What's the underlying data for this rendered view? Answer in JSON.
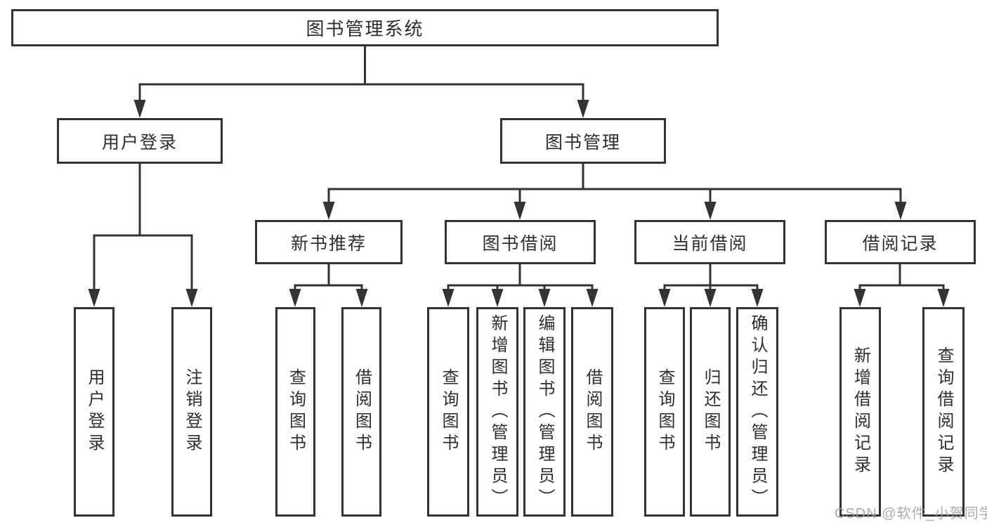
{
  "diagram_type": "hierarchy-tree",
  "tree": {
    "label": "图书管理系统",
    "children": [
      {
        "label": "用户登录",
        "children": [
          {
            "label": "用户登录"
          },
          {
            "label": "注销登录"
          }
        ]
      },
      {
        "label": "图书管理",
        "children": [
          {
            "label": "新书推荐",
            "children": [
              {
                "label": "查询图书"
              },
              {
                "label": "借阅图书"
              }
            ]
          },
          {
            "label": "图书借阅",
            "children": [
              {
                "label": "查询图书"
              },
              {
                "label": "新增图书（管理员）"
              },
              {
                "label": "编辑图书（管理员）"
              },
              {
                "label": "借阅图书"
              }
            ]
          },
          {
            "label": "当前借阅",
            "children": [
              {
                "label": "查询图书"
              },
              {
                "label": "归还图书"
              },
              {
                "label": "确认归还（管理员）"
              }
            ]
          },
          {
            "label": "借阅记录",
            "children": [
              {
                "label": "新增借阅记录"
              },
              {
                "label": "查询借阅记录"
              }
            ]
          }
        ]
      }
    ]
  },
  "watermark": {
    "text": "CSDN @软件_小贺同学"
  },
  "colors": {
    "line": "#333333",
    "text": "#2e2e2e",
    "background": "#ffffff",
    "watermark": "#9e9e9e"
  }
}
